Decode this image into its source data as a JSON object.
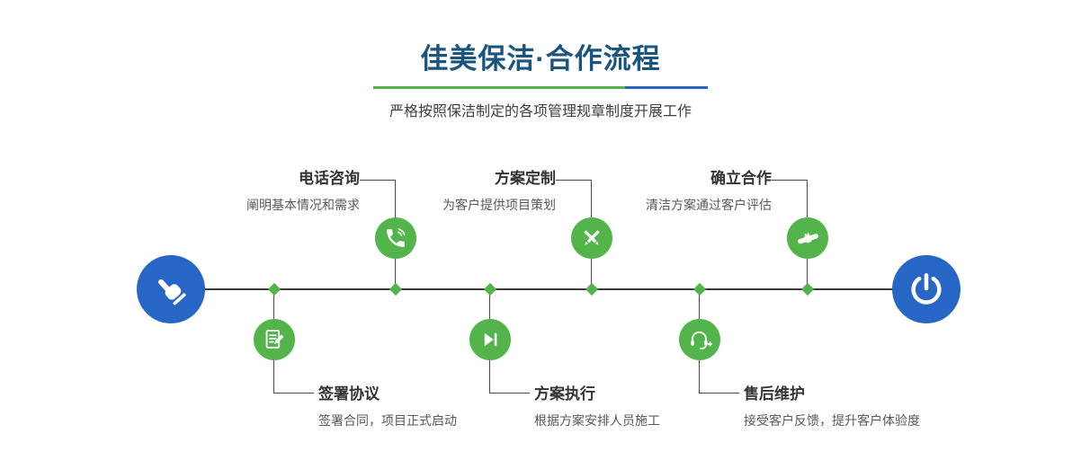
{
  "header": {
    "title": "佳美保洁·合作流程",
    "subtitle": "严格按照保洁制定的各项管理规章制度开展工作"
  },
  "colors": {
    "green": "#54b44c",
    "blue": "#2766c4",
    "title-color": "#1a5580",
    "line": "#3b3b3b",
    "label": "#333333",
    "desc": "#595959"
  },
  "endpoints": {
    "start_icon": "hand-pointer-icon",
    "end_icon": "power-icon"
  },
  "steps": [
    {
      "label": "电话咨询",
      "desc": "阐明基本情况和需求",
      "icon": "phone-icon",
      "position": "top"
    },
    {
      "label": "签署协议",
      "desc": "签署合同，项目正式启动",
      "icon": "document-sign-icon",
      "position": "bottom"
    },
    {
      "label": "方案定制",
      "desc": "为客户提供项目策划",
      "icon": "pencil-tools-icon",
      "position": "top"
    },
    {
      "label": "方案执行",
      "desc": "根据方案安排人员施工",
      "icon": "play-icon",
      "position": "bottom"
    },
    {
      "label": "确立合作",
      "desc": "清洁方案通过客户评估",
      "icon": "handshake-icon",
      "position": "top"
    },
    {
      "label": "售后维护",
      "desc": "接受客户反馈，提升客户体验度",
      "icon": "headset-icon",
      "position": "bottom"
    }
  ]
}
